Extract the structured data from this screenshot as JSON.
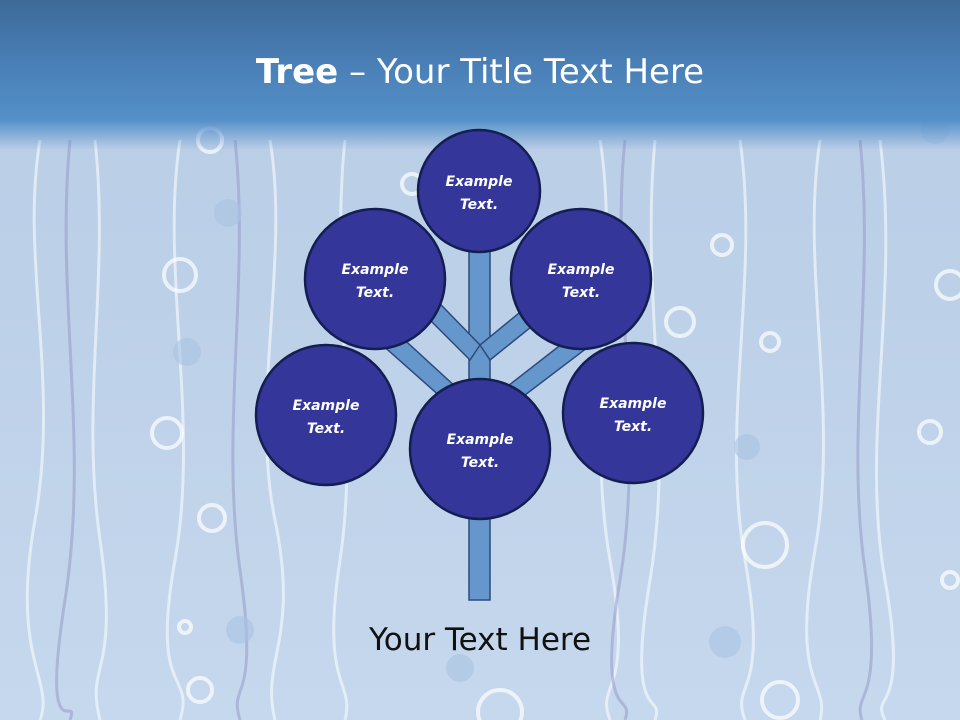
{
  "title": {
    "bold": "Tree",
    "rest": " – Your Title Text Here"
  },
  "nodes": [
    {
      "line1": "Example",
      "line2": "Text."
    },
    {
      "line1": "Example",
      "line2": "Text."
    },
    {
      "line1": "Example",
      "line2": "Text."
    },
    {
      "line1": "Example",
      "line2": "Text."
    },
    {
      "line1": "Example",
      "line2": "Text."
    },
    {
      "line1": "Example",
      "line2": "Text."
    }
  ],
  "caption": "Your Text Here",
  "colors": {
    "node_fill": "#34369a",
    "node_stroke": "#141e50",
    "branch": "#6597cc",
    "header": "#4a80b8"
  }
}
